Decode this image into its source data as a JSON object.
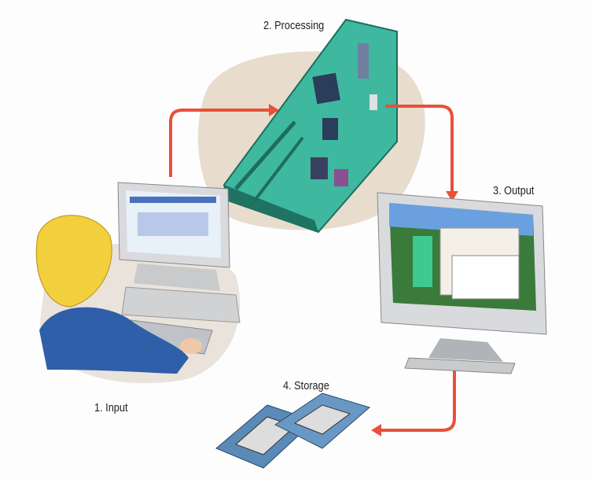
{
  "diagram": {
    "steps": [
      {
        "label": "1. Input"
      },
      {
        "label": "2. Processing"
      },
      {
        "label": "3. Output"
      },
      {
        "label": "4. Storage"
      }
    ],
    "colors": {
      "arrow": "#e8503a",
      "board": "#3fb8a0",
      "blob": "#e6d8c8",
      "hair": "#f2cf3c",
      "shirt": "#2f5fa8"
    }
  }
}
